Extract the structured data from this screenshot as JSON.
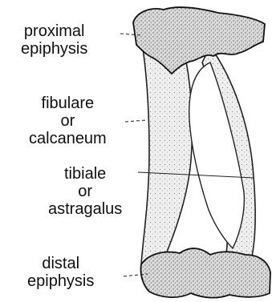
{
  "labels": {
    "proximal_epiphysis": {
      "line1": "proximal",
      "line2": "epiphysis"
    },
    "fibulare": {
      "line1": "fibulare",
      "line2": "or",
      "line3": "calcaneum"
    },
    "tibiale": {
      "line1": "tibiale",
      "line2": "or",
      "line3": "astragalus"
    },
    "distal_epiphysis": {
      "line1": "distal",
      "line2": "epiphysis"
    }
  },
  "colors": {
    "ink": "#111111",
    "bone_fill": "#e9e9e9",
    "epiphysis_fill": "#cfcfcf",
    "background": "#ffffff"
  }
}
